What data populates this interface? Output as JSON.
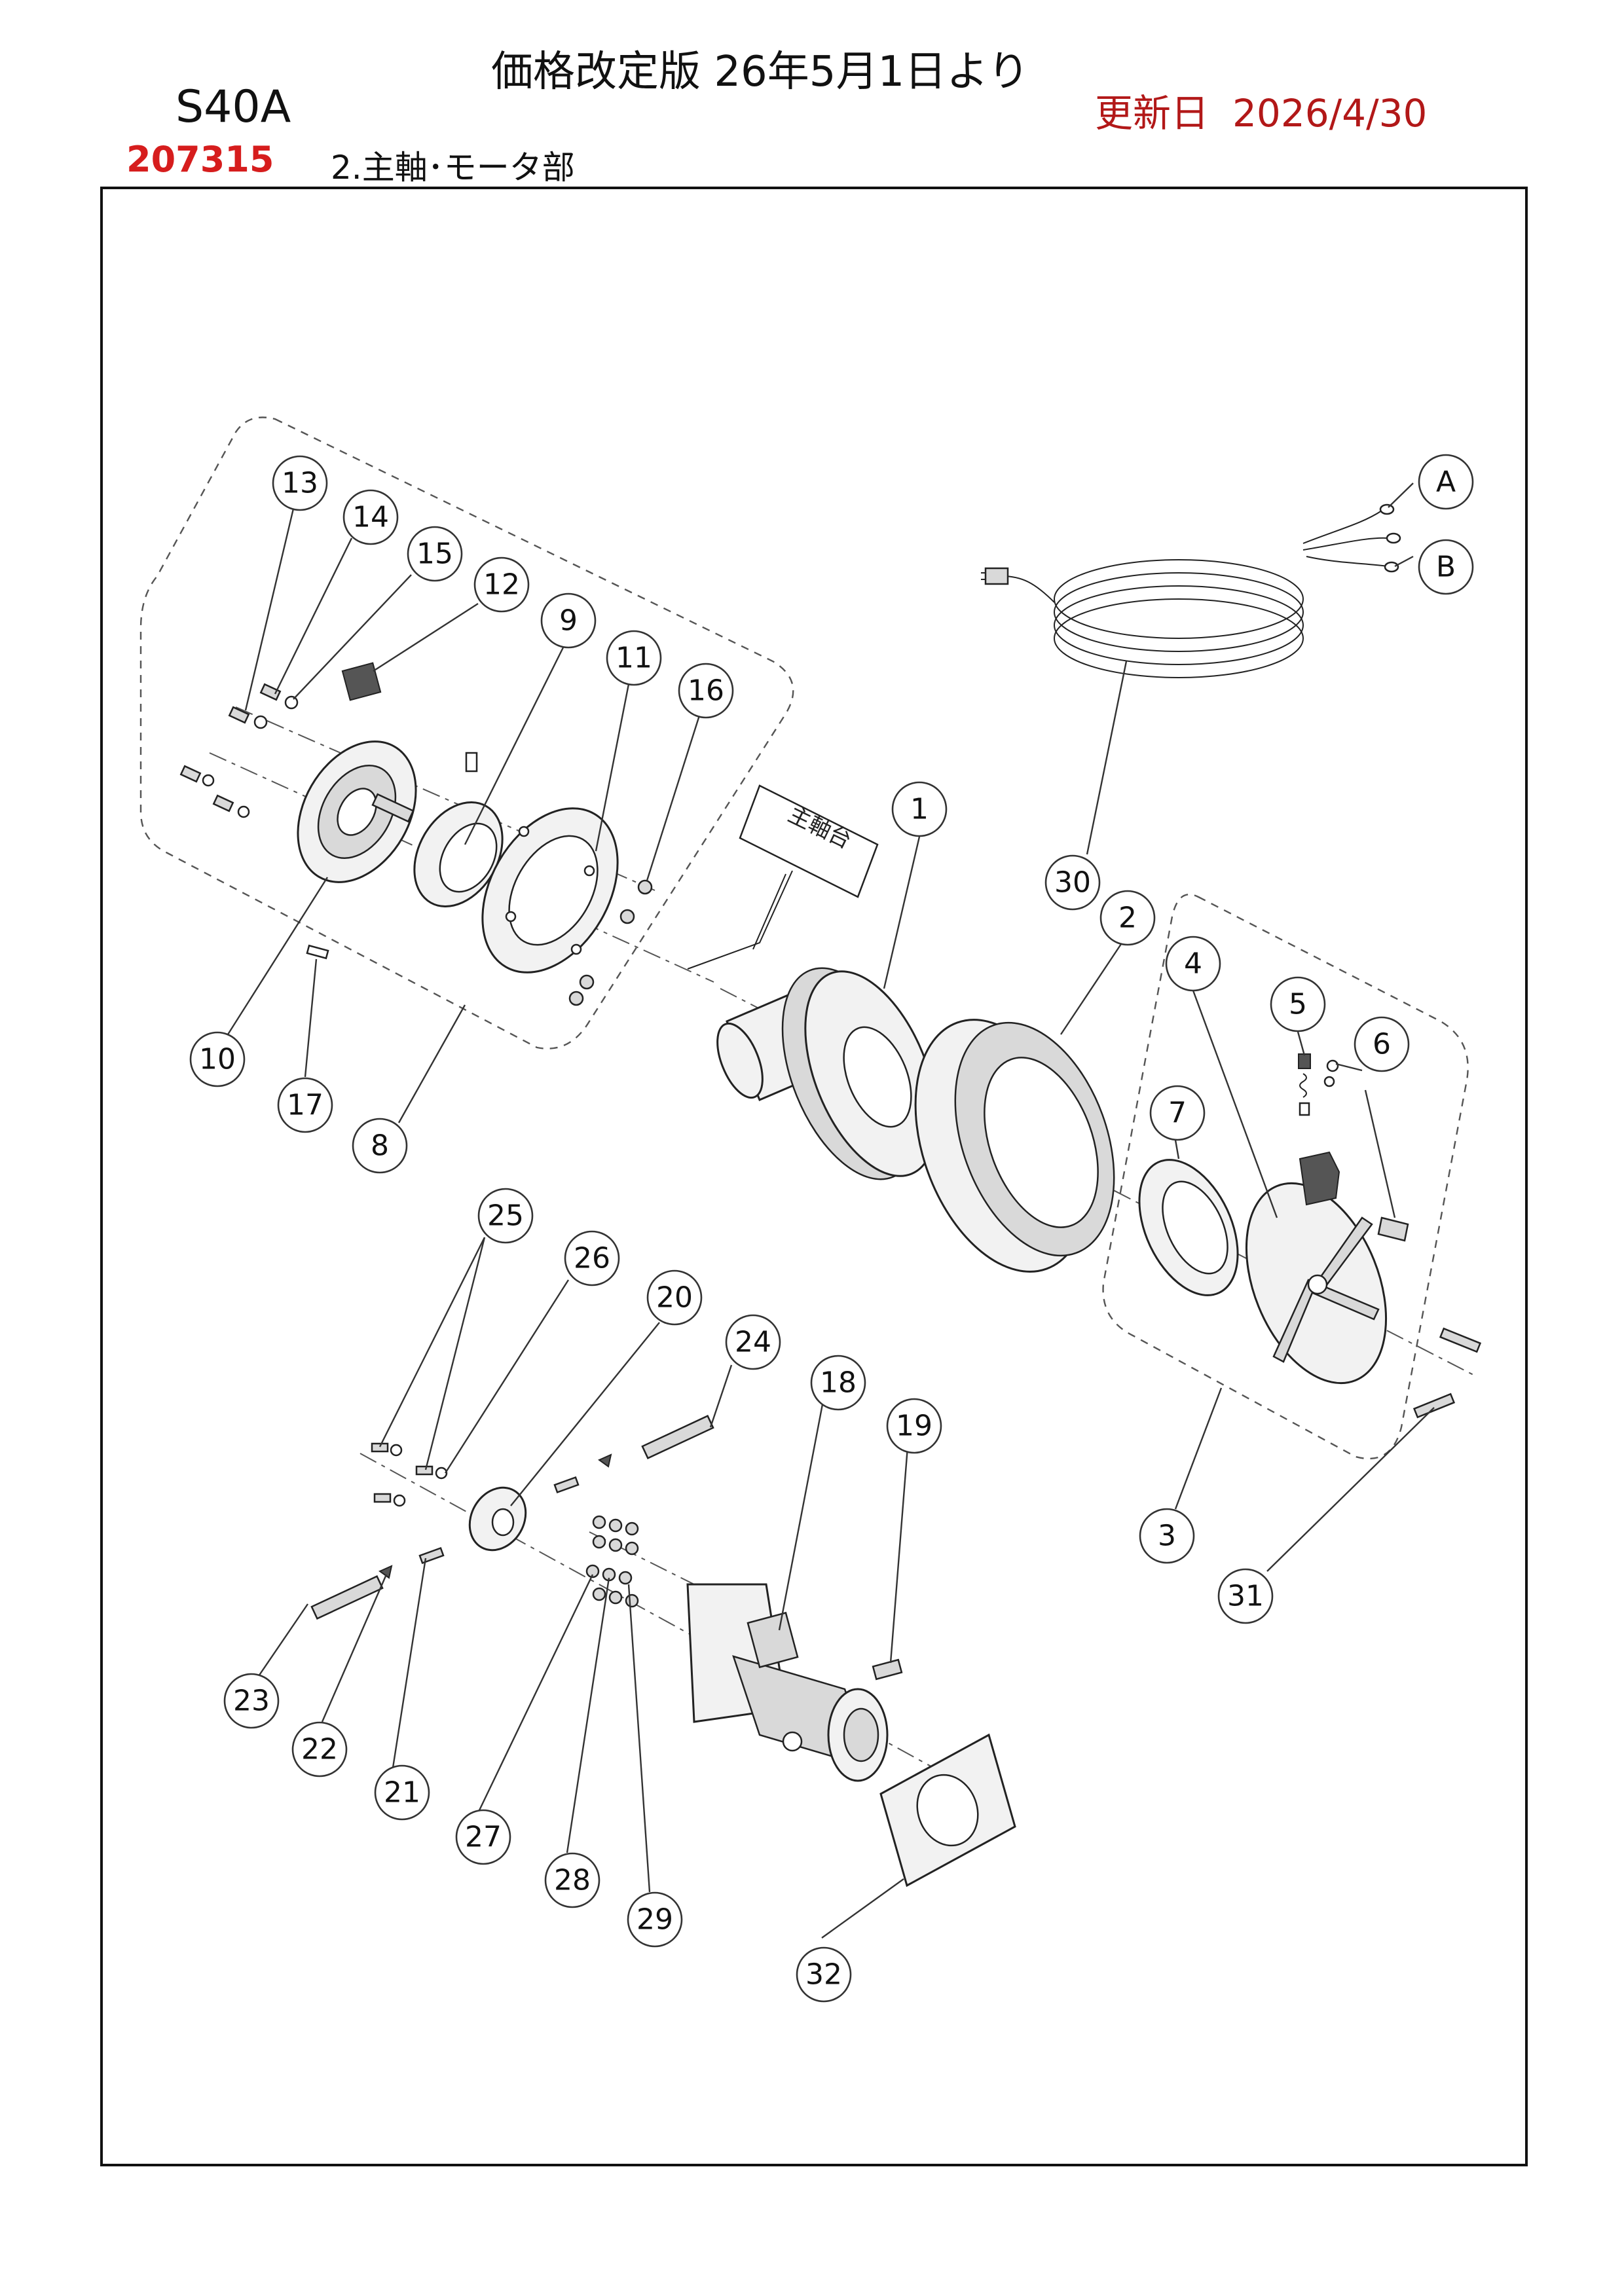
{
  "header": {
    "title": "価格改定版 26年5月1日より",
    "model": "S40A",
    "updated_label": "更新日",
    "updated_date": "2026/4/30",
    "code": "207315",
    "section": "2.主軸･モータ部"
  },
  "diagram": {
    "headstock_label": "主軸台",
    "callouts": [
      "1",
      "2",
      "3",
      "4",
      "5",
      "6",
      "7",
      "8",
      "9",
      "10",
      "11",
      "12",
      "13",
      "14",
      "15",
      "16",
      "17",
      "18",
      "19",
      "20",
      "21",
      "22",
      "23",
      "24",
      "25",
      "26",
      "27",
      "28",
      "29",
      "30",
      "31",
      "32",
      "A",
      "B"
    ]
  },
  "colors": {
    "accent_red": "#d61d1d",
    "date_red": "#b21818",
    "line": "#222222"
  }
}
